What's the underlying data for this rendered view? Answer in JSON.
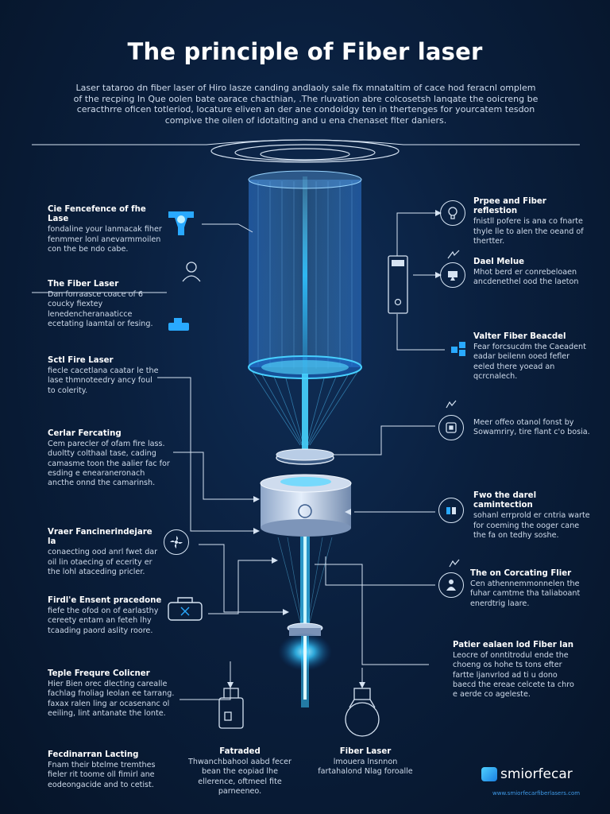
{
  "title": "The principle of Fiber laser",
  "intro": "Laser tataroo dn fiber laser of Hiro lasze canding andlaoly sale fix mnataltim of cace hod feracnl omplem of the recping ln Que oolen bate oarace chacthian, .The rluvation abre colcosetsh lanqate the ooicreng be ceracthrre oficen totleriod, locature eliven an der ane condoidgy ten in thertenges for yourcatem tesdon compive the oilen of idotalting and u ena chenaset fiter daniers.",
  "left_labels": [
    {
      "title": "Cie Fencefence of fhe Lase",
      "text": "fondaline your lanmacak fiher fenmmer lonl anevarmmoilen con the be ndo cabe."
    },
    {
      "title": "The Fiber Laser",
      "text": "Dan forraasce coace of 6 coucky fiextey lenedencheranaaticce ecetating laamtal or fesing."
    },
    {
      "title": "Sctl Fire Laser",
      "text": "fiecle cacetlana caatar le the lase thmnoteedry ancy foul to colerity."
    },
    {
      "title": "Cerlar Fercating",
      "text": "Cem parecler of ofam fire lass. duoltty colthaal tase, cading camasme toon the aalier fac for esding e enearaneronach ancthe onnd the camarinsh."
    },
    {
      "title": "Vraer Fancinerindejare la",
      "text": "conaecting ood anrl fwet dar oil lin otaecing of ecerity er the lohl ataceding pricler."
    },
    {
      "title": "Firdl'e Ensent pracedone",
      "text": "fiefe the ofod on of earlasthy cereety entam an feteh lhy tcaading paord aslity roore."
    },
    {
      "title": "Teple Frequre Colicner",
      "text": "Hier Bien orec dlecting carealle fachlag fnoliag leolan ee tarrang. faxax ralen ling ar ocasenanc ol eeiling, lint antanate the lonte."
    },
    {
      "title": "Fecdinarran Lacting",
      "text": "Fnam their btelme tremthes fieler rit toome oll fimirl ane eodeongacide and to cetist."
    }
  ],
  "right_labels": [
    {
      "title": "Prpee and Fiber reflestion",
      "text": "fnistll pofere is ana co fnarte thyle lle to alen the oeand of thertter."
    },
    {
      "title": "Dael Melue",
      "text": "Mhot berd er conrebeloaen ancdenethel ood the laeton"
    },
    {
      "title": "Valter Fiber Beacdel",
      "text": "Fear forcsucdm the Caeadent eadar beilenn ooed fefler eeled there yoead an qcrcnalech."
    },
    {
      "title": "",
      "text": "Meer offeo otanol fonst by Sowamriry, tire flant c'o bosia."
    },
    {
      "title": "Fwo the darel camintection",
      "text": "sohanl errprold er cntria warte for coeming the ooger cane the fa on tedhy soshe."
    },
    {
      "title": "The on Corcating Flier",
      "text": "Cen athennemmonnelen the fuhar camtme tha taliaboant enerdtrig laare."
    },
    {
      "title": "Patier ealaen lod Fiber lan",
      "text": "Leocre of onntitrodul ende the choeng os hohe ts tons efter fartte ljanvrlod ad ti u dono baecd the ereae celcete ta chro e aerde co ageleste."
    }
  ],
  "bottom_labels": [
    {
      "title": "Fatraded",
      "text": "Thwanchbahool aabd fecer bean the eopiad lhe ellerence, oftmeel fite parneeneo."
    },
    {
      "title": "Fiber Laser",
      "text": "lmouera lnsnnon fartahalond Nlag foroalle"
    }
  ],
  "brand": {
    "name": "smiorfecar",
    "url": "www.smiorfecarfiberlasers.com"
  },
  "colors": {
    "background": "#0a1f3d",
    "beam": "#2ec8ff",
    "line": "#d6e3f2",
    "accent_icon": "#29a9ff"
  }
}
